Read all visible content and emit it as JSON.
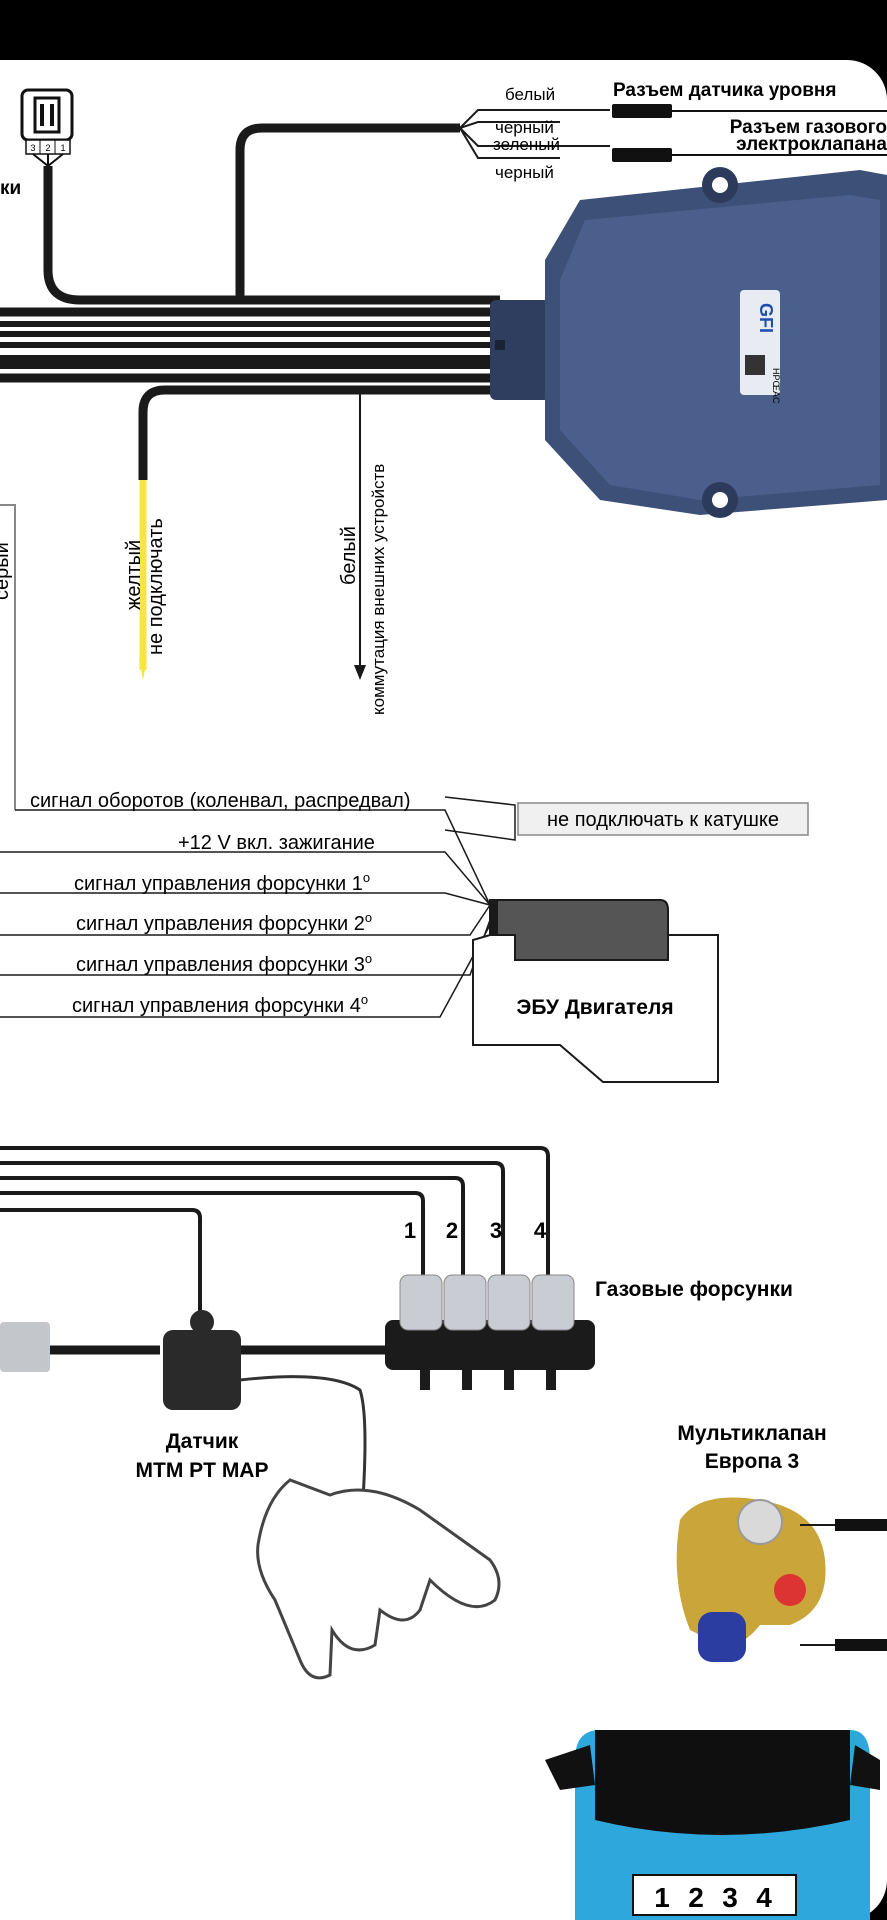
{
  "top_connectors": {
    "pins": [
      "3",
      "2",
      "1"
    ],
    "partial_label": "ки",
    "wire_white": "белый",
    "wire_black_1": "черный",
    "wire_green": "зеленый",
    "wire_black_2": "черный",
    "level_sensor_connector": "Разъем датчика уровня",
    "gas_valve_connector_line1": "Разъем газового",
    "gas_valve_connector_line2": "электроклапана"
  },
  "ecu": {
    "brand": "GFI",
    "marks": [
      "HPC",
      "EAC"
    ]
  },
  "vertical_wires": {
    "gray": "серый",
    "yellow_line1": "желтый",
    "yellow_line2": "не подключать",
    "white_line1": "белый",
    "white_line2": "коммутация внешних устройств"
  },
  "signals": {
    "rpm": "сигнал оборотов (коленвал, распредвал)",
    "rpm_note": "не подключать к катушке",
    "ignition": "+12 V вкл. зажигание",
    "inj1": "сигнал управления форсунки 1",
    "inj2": "сигнал управления форсунки 2",
    "inj3": "сигнал управления форсунки 3",
    "inj4": "сигнал управления форсунки 4",
    "degree": "о"
  },
  "engine_ecu": {
    "label": "ЭБУ Двигателя"
  },
  "injectors": {
    "numbers": [
      "1",
      "2",
      "3",
      "4"
    ],
    "label": "Газовые форсунки"
  },
  "map_sensor": {
    "line1": "Датчик",
    "line2": "MTM PT MAP"
  },
  "multivalve": {
    "line1": "Мультиклапан",
    "line2": "Европа 3"
  },
  "car": {
    "plate_digits": [
      "1",
      "2",
      "3",
      "4"
    ]
  },
  "colors": {
    "background": "#ffffff",
    "frame": "#000000",
    "wire": "#1a1a1a",
    "ecu_body": "#3d5078",
    "yellow_wire": "#f5e642",
    "gray_wire": "#888888",
    "car_body": "#2ea8dc"
  }
}
